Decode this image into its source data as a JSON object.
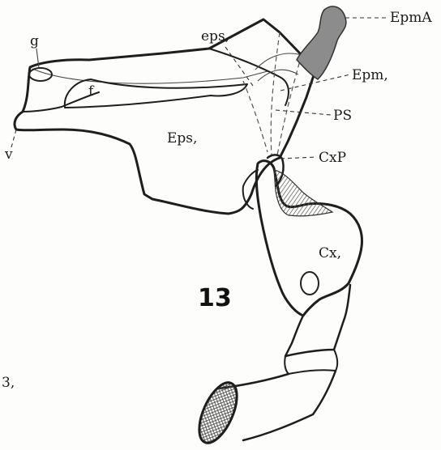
{
  "figure": {
    "number": "13",
    "margin_mark": "3,"
  },
  "labels": {
    "g": "g",
    "f": "f",
    "v": "v",
    "eps1": "eps,",
    "Eps1": "Eps,",
    "EpmA": "EpmA",
    "Epm1": "Epm,",
    "PS": "PS",
    "CxP": "CxP",
    "Cx1": "Cx,"
  },
  "colors": {
    "ink": "#1e1e1e",
    "hatch": "#555555",
    "shaded": "#8c8c8c",
    "paper": "#fdfdfb"
  }
}
